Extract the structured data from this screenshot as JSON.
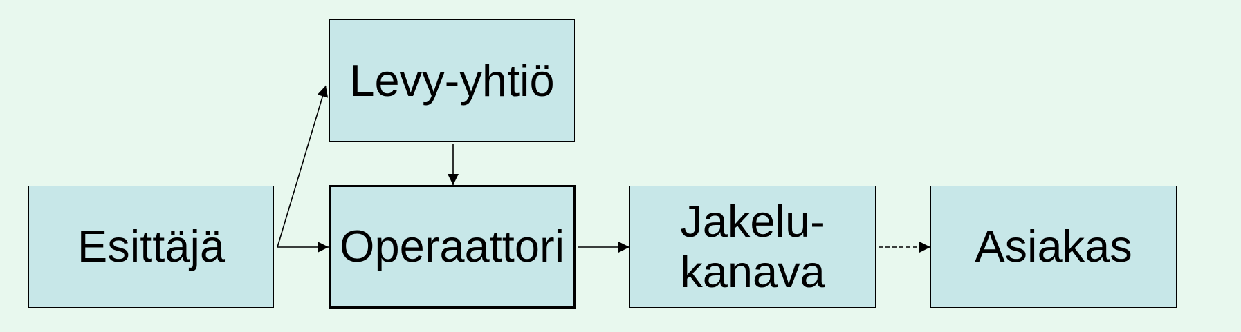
{
  "nodes": {
    "performer": "Esittäjä",
    "label": "Levy-yhtiö",
    "operator": "Operaattori",
    "channel": "Jakelu-\nkanava",
    "customer": "Asiakas"
  },
  "edges": [
    {
      "from": "performer",
      "to": "label",
      "style": "solid"
    },
    {
      "from": "performer",
      "to": "operator",
      "style": "solid"
    },
    {
      "from": "label",
      "to": "operator",
      "style": "solid"
    },
    {
      "from": "operator",
      "to": "channel",
      "style": "solid"
    },
    {
      "from": "channel",
      "to": "customer",
      "style": "dashed"
    }
  ],
  "colors": {
    "background": "#e8f8ee",
    "box_fill": "#c7e7e8",
    "stroke": "#000000"
  }
}
